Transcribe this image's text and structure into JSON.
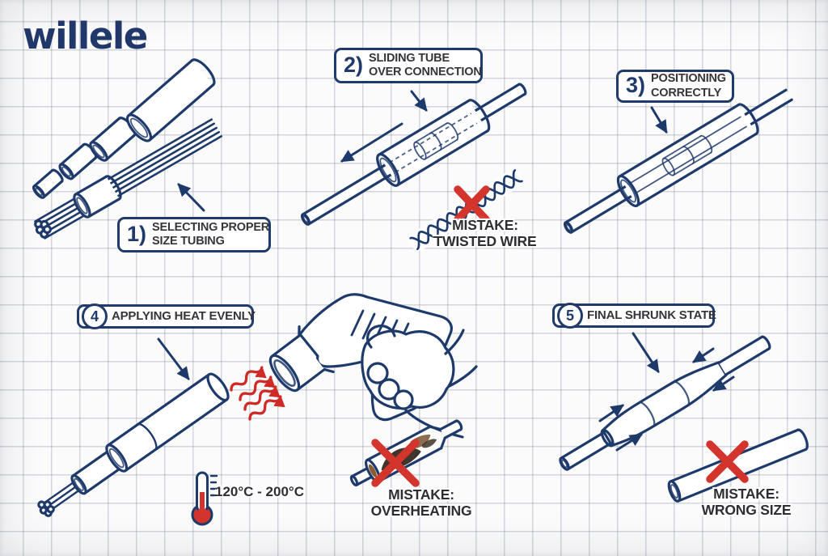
{
  "brand": {
    "name": "willele"
  },
  "colors": {
    "navy": "#1f3a6b",
    "red": "#cf2b26",
    "ink": "#2e2e33",
    "paper": "#fbfbfc",
    "grid": "#9aa0b0"
  },
  "steps": [
    {
      "num": "1)",
      "line1": "SELECTING PROPER",
      "line2": "SIZE TUBING"
    },
    {
      "num": "2)",
      "line1": "SLIDING TUBE",
      "line2": "OVER CONNECTION"
    },
    {
      "num": "3)",
      "line1": "POSITIONING",
      "line2": "CORRECTLY"
    },
    {
      "num": "4",
      "label": "APPLYING HEAT EVENLY"
    },
    {
      "num": "5",
      "label": "FINAL SHRUNK STATE"
    }
  ],
  "mistakes": [
    {
      "title": "MISTAKE:",
      "label": "TWISTED WIRE"
    },
    {
      "title": "MISTAKE:",
      "label": "OVERHEATING"
    },
    {
      "title": "MISTAKE:",
      "label": "WRONG SIZE"
    }
  ],
  "temperature": {
    "range": "120°C - 200°C"
  },
  "icons": {
    "thermometer": "thermometer-icon",
    "cross": "cross-icon",
    "heat_waves": "heat-wave-icon",
    "arrow": "arrow-icon"
  }
}
